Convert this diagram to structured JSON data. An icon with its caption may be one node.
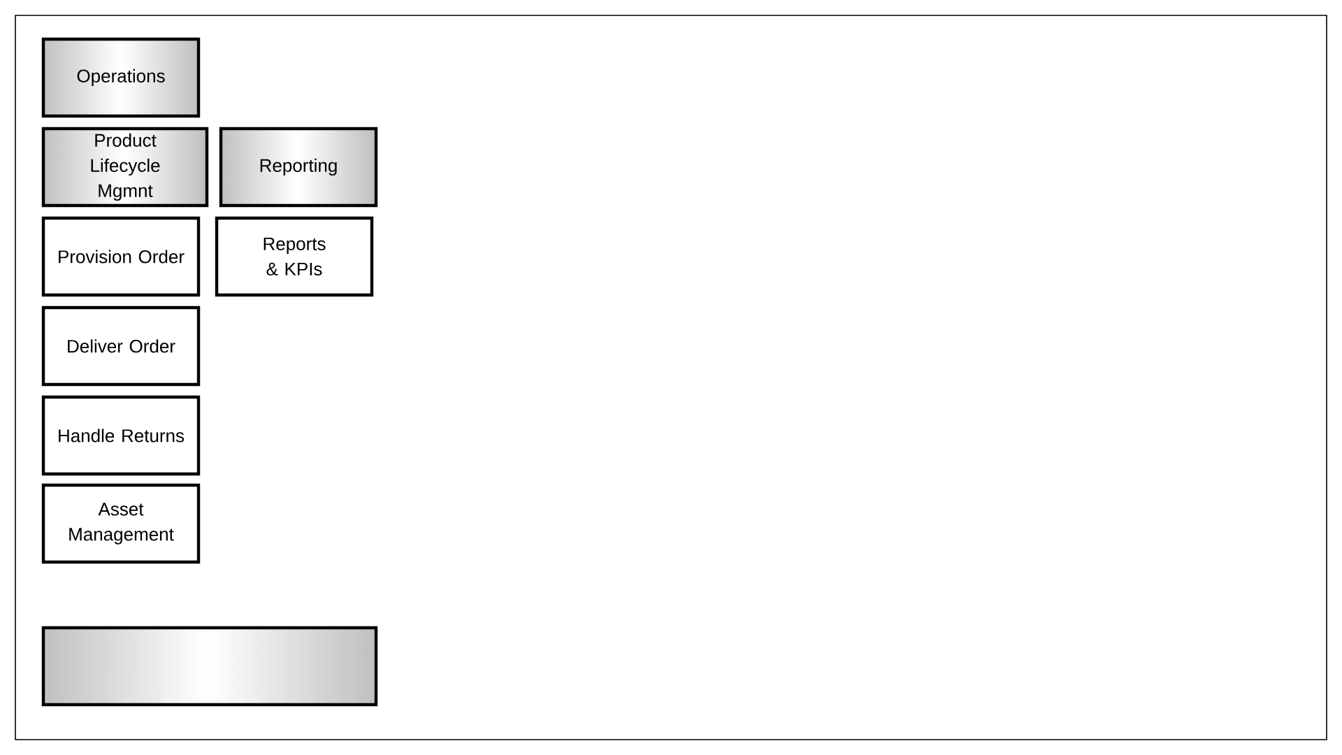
{
  "diagram": {
    "nodes": [
      {
        "text": [
          "Operations"
        ]
      },
      {
        "text": [
          "Product Lifecycle Mgmnt"
        ]
      },
      {
        "text": [
          "Reporting"
        ]
      },
      {
        "text": [
          "Provision Order"
        ]
      },
      {
        "text": [
          "Reports & KPIs"
        ]
      },
      {
        "text": [
          "Deliver Order"
        ]
      },
      {
        "text": [
          "Handle Returns"
        ]
      },
      {
        "text": [
          "Asset Management"
        ]
      },
      {
        "text": [],
        "shape": "box"
      }
    ],
    "edges": []
  }
}
